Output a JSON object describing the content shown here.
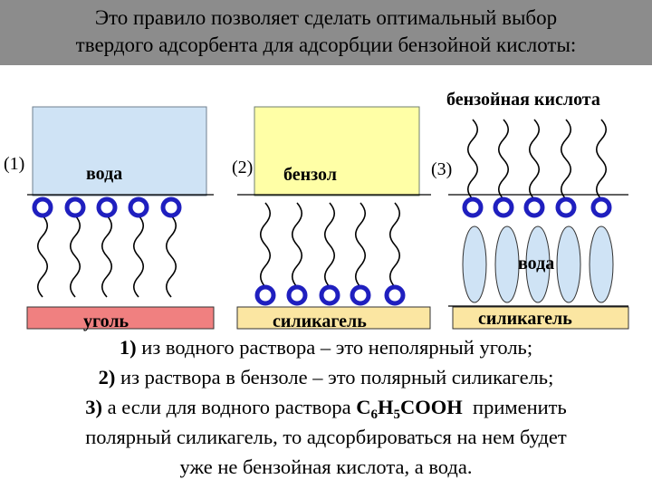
{
  "title": {
    "line1": "Это правило позволяет сделать оптимальный выбор",
    "line2": "твердого адсорбента для адсорбции бензойной кислоты:"
  },
  "panels": {
    "p1": {
      "num": "(1)",
      "liquid": "вода",
      "solid": "уголь",
      "liquid_color": "#cfe3f5",
      "solid_color": "#f08080"
    },
    "p2": {
      "num": "(2)",
      "liquid": "бензол",
      "solid": "силикагель",
      "liquid_color": "#ffffa6",
      "solid_color": "#fbe6a2"
    },
    "p3": {
      "num": "(3)",
      "top_label": "бензойная кислота",
      "molecule_label": "вода",
      "solid": "силикагель",
      "solid_color": "#fbe6a2",
      "ellipse_color": "#cfe3f5"
    }
  },
  "colors": {
    "ring": "#1f1fbf",
    "header_bg": "#8c8c8c"
  },
  "conclusions": {
    "c1_num": "1)",
    "c1_text": " из водного раствора – это неполярный уголь;",
    "c2_num": "2)",
    "c2_text": " из раствора в бензоле – это полярный силикагель;",
    "c3_num": "3)",
    "c3_text_a": " а если для водного раствора ",
    "formula_c": "C",
    "formula_6": "6",
    "formula_h": "H",
    "formula_5": "5",
    "formula_cooh": "COOH",
    "c3_text_b": "  применить",
    "c4_text": "полярный силикагель, то адсорбироваться на нем будет",
    "c5_text": "уже не бензойная кислота, а вода."
  }
}
